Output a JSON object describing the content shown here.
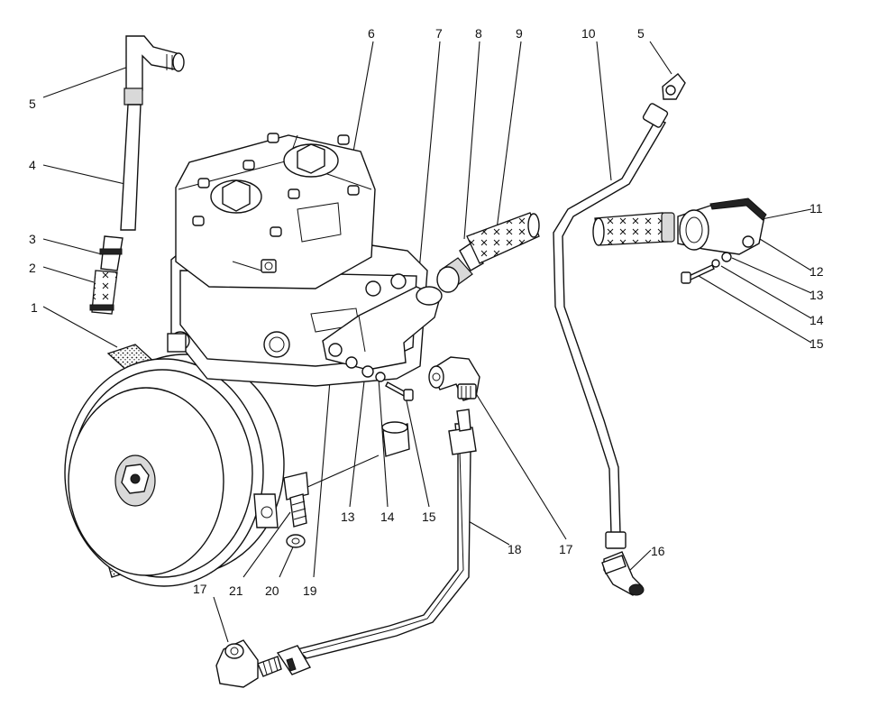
{
  "colors": {
    "ink": "#111111",
    "paper": "#ffffff",
    "shade": "#d9d9d9"
  },
  "callouts": [
    {
      "id": "c1",
      "text": "1"
    },
    {
      "id": "c2",
      "text": "2"
    },
    {
      "id": "c3",
      "text": "3"
    },
    {
      "id": "c4",
      "text": "4"
    },
    {
      "id": "c5a",
      "text": "5"
    },
    {
      "id": "c6",
      "text": "6"
    },
    {
      "id": "c7",
      "text": "7"
    },
    {
      "id": "c8",
      "text": "8"
    },
    {
      "id": "c9",
      "text": "9"
    },
    {
      "id": "c10",
      "text": "10"
    },
    {
      "id": "c5b",
      "text": "5"
    },
    {
      "id": "c11",
      "text": "11"
    },
    {
      "id": "c12",
      "text": "12"
    },
    {
      "id": "c13a",
      "text": "13"
    },
    {
      "id": "c14a",
      "text": "14"
    },
    {
      "id": "c15a",
      "text": "15"
    },
    {
      "id": "c13b",
      "text": "13"
    },
    {
      "id": "c14b",
      "text": "14"
    },
    {
      "id": "c15b",
      "text": "15"
    },
    {
      "id": "c16",
      "text": "16"
    },
    {
      "id": "c17a",
      "text": "17"
    },
    {
      "id": "c17b",
      "text": "17"
    },
    {
      "id": "c18",
      "text": "18"
    },
    {
      "id": "c19",
      "text": "19"
    },
    {
      "id": "c20",
      "text": "20"
    },
    {
      "id": "c21",
      "text": "21"
    }
  ]
}
